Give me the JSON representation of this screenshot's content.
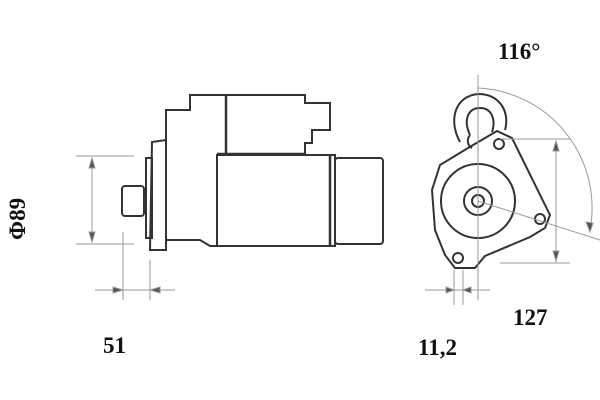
{
  "drawing": {
    "subject": "starter motor",
    "views": [
      "side-view",
      "front-view"
    ],
    "line_color": "#333333",
    "dim_color": "#888888"
  },
  "dimensions": {
    "diameter": "Φ89",
    "length": "51",
    "offset": "11,2",
    "bolt_spacing": "127",
    "angle": "116°"
  }
}
